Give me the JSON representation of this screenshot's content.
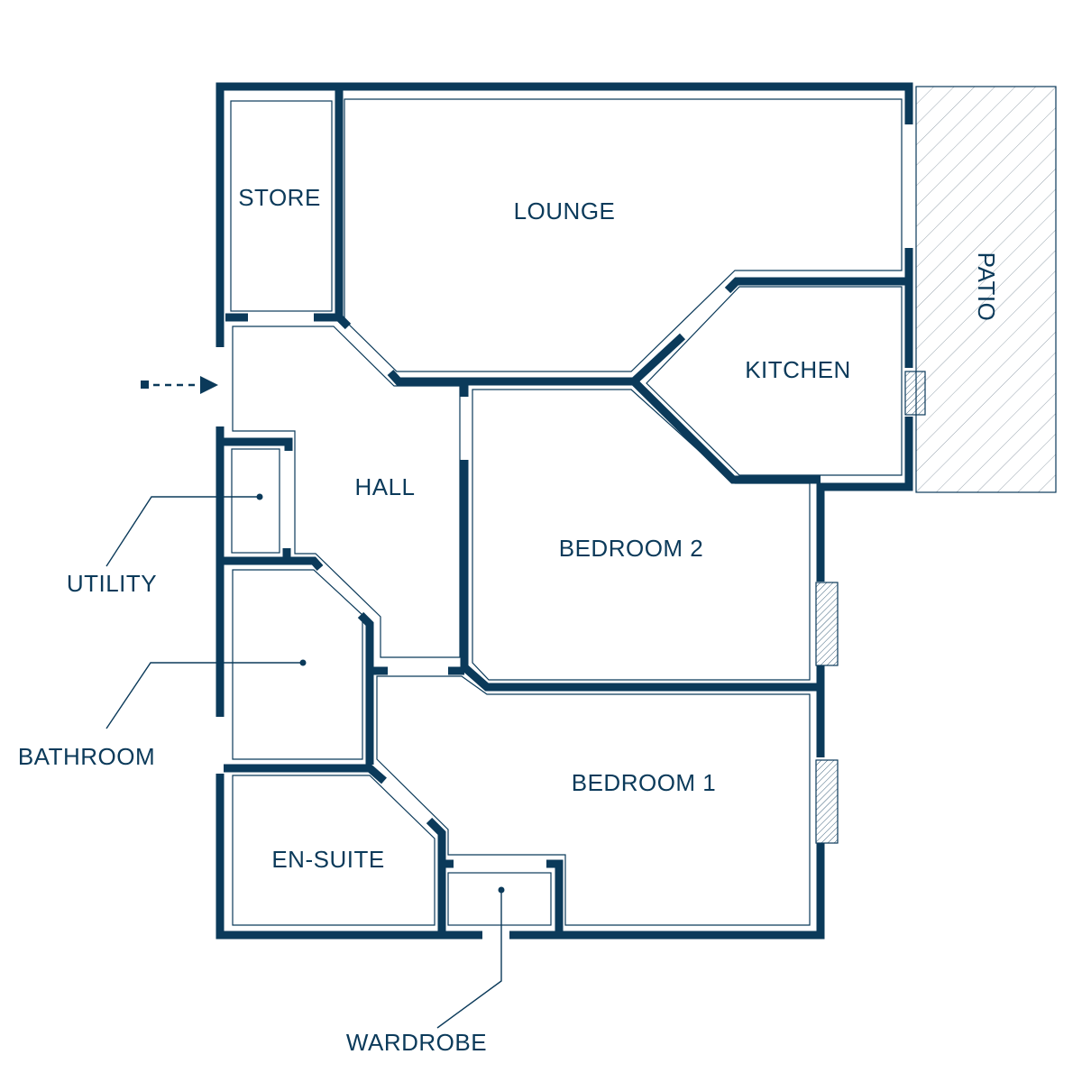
{
  "rooms": {
    "store": "STORE",
    "lounge": "LOUNGE",
    "patio": "PATIO",
    "kitchen": "KITCHEN",
    "hall": "HALL",
    "bedroom2": "BEDROOM 2",
    "bedroom1": "BEDROOM 1",
    "utility": "UTILITY",
    "bathroom": "BATHROOM",
    "ensuite": "EN-SUITE",
    "wardrobe": "WARDROBE"
  },
  "colors": {
    "wall": "#0b3a5a",
    "background": "#ffffff"
  },
  "icons": {
    "entrance": "dashed-arrow-right-icon"
  }
}
